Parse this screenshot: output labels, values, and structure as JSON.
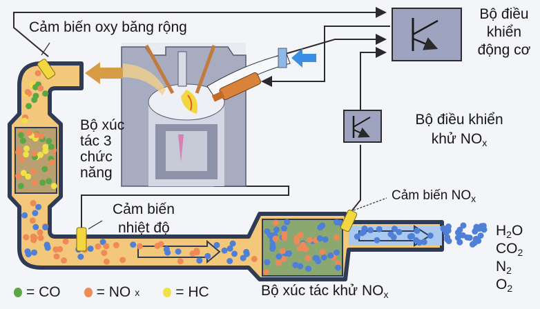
{
  "labels": {
    "wide_oxygen_sensor": "Cảm biến oxy băng rộng",
    "engine_controller": [
      "Bộ điều",
      "khiển",
      "động cơ"
    ],
    "nox_reduction_controller_line1": "Bộ điều khiển",
    "nox_reduction_controller_line2": "khử NO",
    "three_way_catalyst": [
      "Bộ xúc",
      "tác 3",
      "chức",
      "năng"
    ],
    "temperature_sensor": [
      "Cảm biến",
      "nhiệt độ"
    ],
    "nox_sensor": "Cảm biến NO",
    "nox_reduction_catalyst": "Bộ xúc tác khử NO",
    "subscript_x": "x"
  },
  "outputs": [
    {
      "main": "H",
      "sub": "2",
      "tail": "O"
    },
    {
      "main": "CO",
      "sub": "2",
      "tail": ""
    },
    {
      "main": "N",
      "sub": "2",
      "tail": ""
    },
    {
      "main": "O",
      "sub": "2",
      "tail": ""
    }
  ],
  "legend": [
    {
      "label": "= CO",
      "sub": "",
      "color": "#5aa845"
    },
    {
      "label": "= NO",
      "sub": "x",
      "color": "#ee8a58"
    },
    {
      "label": "= HC",
      "sub": "",
      "color": "#f2e048"
    }
  ],
  "colors": {
    "pipe_outline": "#2f3a55",
    "pipe_fill_hot": "#f3c87a",
    "pipe_fill_clean": "#a9c9ef",
    "engine_gray": "#a7acc0",
    "controller_box": "#9ea4bf",
    "co_particle": "#5aa845",
    "nox_particle": "#ee8a58",
    "hc_particle": "#f2e048",
    "clean_particle": "#4f7fd6",
    "sensor_yellow": "#f3d640",
    "intake_arrow": "#3a8ee6",
    "exhaust_arrow": "#d79a45"
  }
}
